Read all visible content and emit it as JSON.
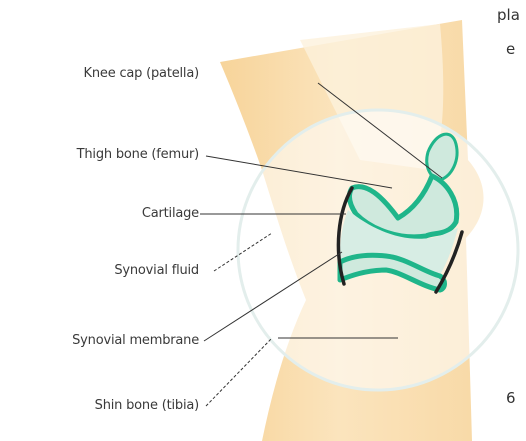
{
  "labels": {
    "knee_cap": "Knee cap (patella)",
    "thigh_bone": "Thigh bone (femur)",
    "cartilage": "Cartilage",
    "synovial_fluid": "Synovial fluid",
    "synovial_membrane": "Synovial membrane",
    "shin_bone": "Shin bone (tibia)"
  },
  "edge_text": {
    "top": "pla",
    "second": "e",
    "bottom": "6"
  },
  "colors": {
    "skin": "#f9dcaa",
    "skin_light": "#fdeed2",
    "cartilage": "#1fb58a",
    "cartilage_fill": "#cfe9dd",
    "bone_outline": "#222222",
    "magnifier_ring": "#e3eeec",
    "leader_line": "#333333"
  }
}
